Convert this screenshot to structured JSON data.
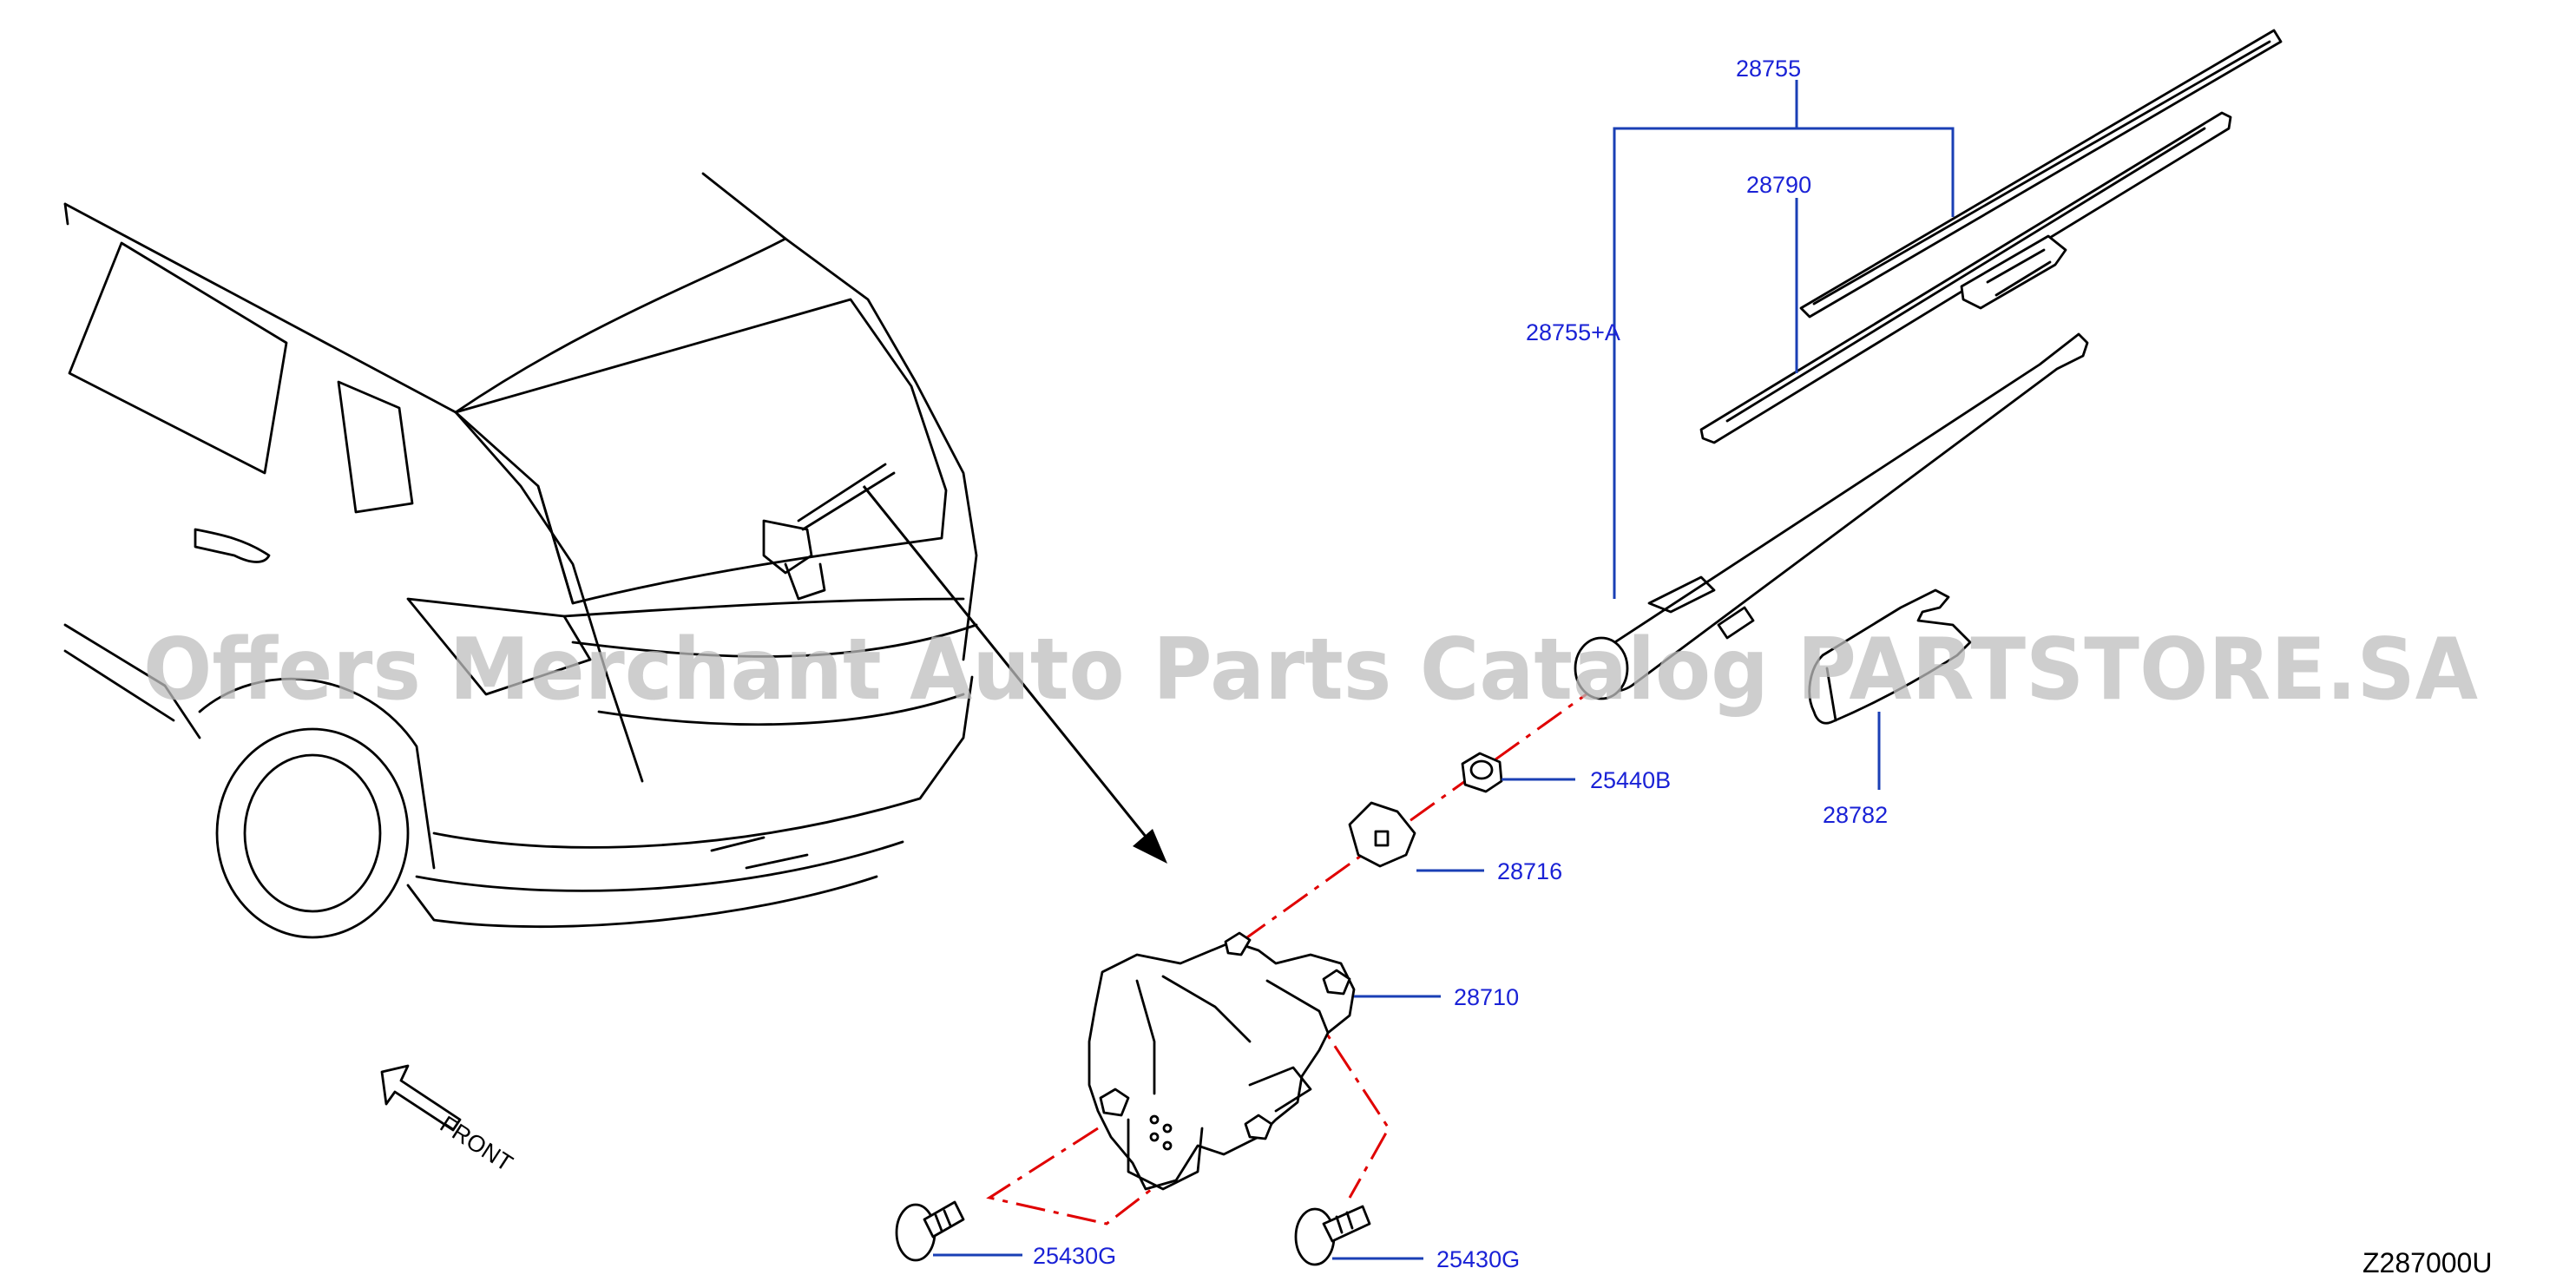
{
  "diagram": {
    "callouts": {
      "c28755": "28755",
      "c28790": "28790",
      "c28755a": "28755+A",
      "c25440b": "25440B",
      "c28782": "28782",
      "c28716": "28716",
      "c28710": "28710",
      "c25430g_left": "25430G",
      "c25430g_right": "25430G"
    },
    "front_label": "FRONT",
    "diagram_code": "Z287000U",
    "watermark": "Offers Merchant Auto Parts Catalog PARTSTORE.SA",
    "colors": {
      "callout_text": "#1a22d6",
      "leader_line": "#1a3fb5",
      "center_axis": "#e00000",
      "linework": "#000000",
      "watermark": "#bdbdbd"
    }
  }
}
